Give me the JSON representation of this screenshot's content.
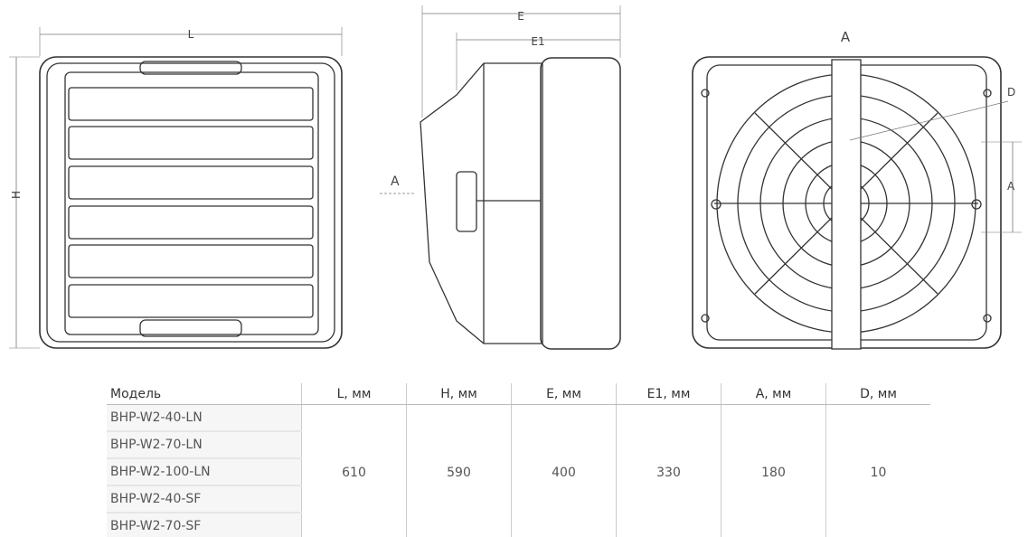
{
  "drawing": {
    "front_labels": {
      "width": "L",
      "height": "H"
    },
    "side_labels": {
      "depth": "E",
      "depth_inner": "E1",
      "view_arrow": "A"
    },
    "rear_labels": {
      "view_title": "A",
      "dim_a": "A",
      "dim_d": "D"
    }
  },
  "table": {
    "headers": [
      "Модель",
      "L, мм",
      "H, мм",
      "E, мм",
      "E1, мм",
      "A, мм",
      "D, мм"
    ],
    "models": [
      "BHP-W2-40-LN",
      "BHP-W2-70-LN",
      "BHP-W2-100-LN",
      "BHP-W2-40-SF",
      "BHP-W2-70-SF"
    ],
    "values": {
      "L": "610",
      "H": "590",
      "E": "400",
      "E1": "330",
      "A": "180",
      "D": "10"
    }
  }
}
